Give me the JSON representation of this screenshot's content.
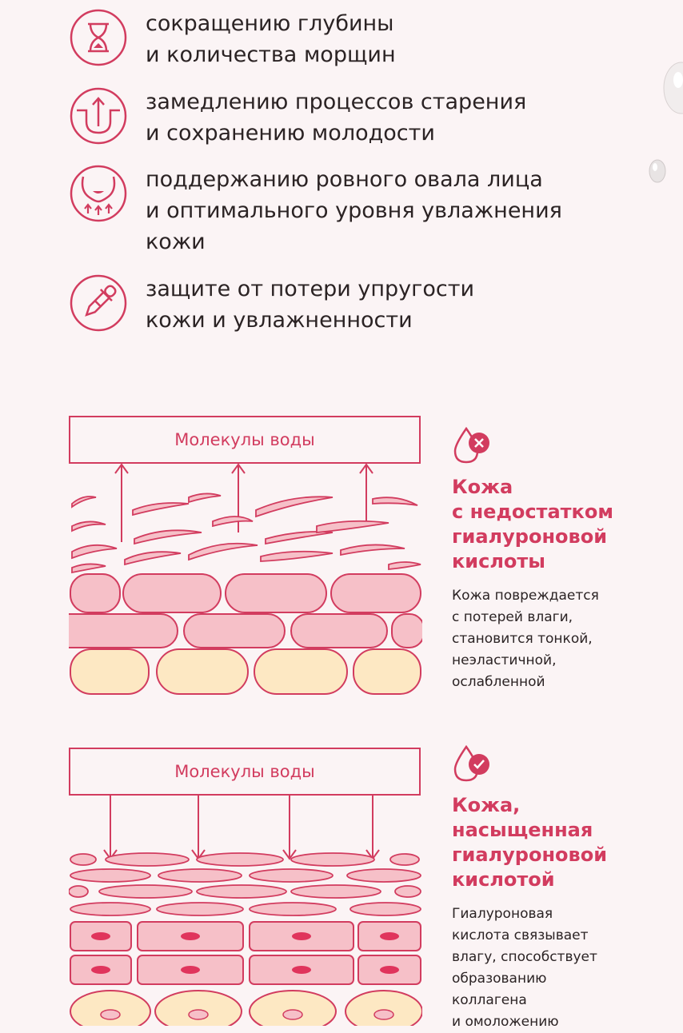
{
  "colors": {
    "accent": "#d23c5f",
    "cell_pink": "#f6c0c8",
    "cell_fat": "#fde8c3",
    "background": "#fbf4f5"
  },
  "benefits": [
    {
      "icon": "hourglass-icon",
      "text": "сокращению глубины\nи количества морщин"
    },
    {
      "icon": "lifting-arrow-icon",
      "text": "замедлению процессов старения\nи сохранению молодости"
    },
    {
      "icon": "face-contour-icon",
      "text": "поддержанию ровного овала лица\nи оптимального уровня увлажнения\nкожи"
    },
    {
      "icon": "dropper-icon",
      "text": "защите от потери упругости\nкожи и увлажненности"
    }
  ],
  "diagrams": [
    {
      "water_label": "Молекулы воды",
      "status_icon": "drop-cross-icon",
      "title": "Кожа\nс недостатком\nгиалуроновой\nкислоты",
      "description": "Кожа повреждается\nс потерей влаги,\nстановится тонкой,\nнеэластичной,\nослабленной"
    },
    {
      "water_label": "Молекулы воды",
      "status_icon": "drop-check-icon",
      "title": "Кожа,\nнасыщенная\nгиалуроновой\nкислотой",
      "description": "Гиалуроновая\nкислота связывает\nвлагу, способствует\nобразованию\nколлагена\nи омоложению"
    }
  ]
}
